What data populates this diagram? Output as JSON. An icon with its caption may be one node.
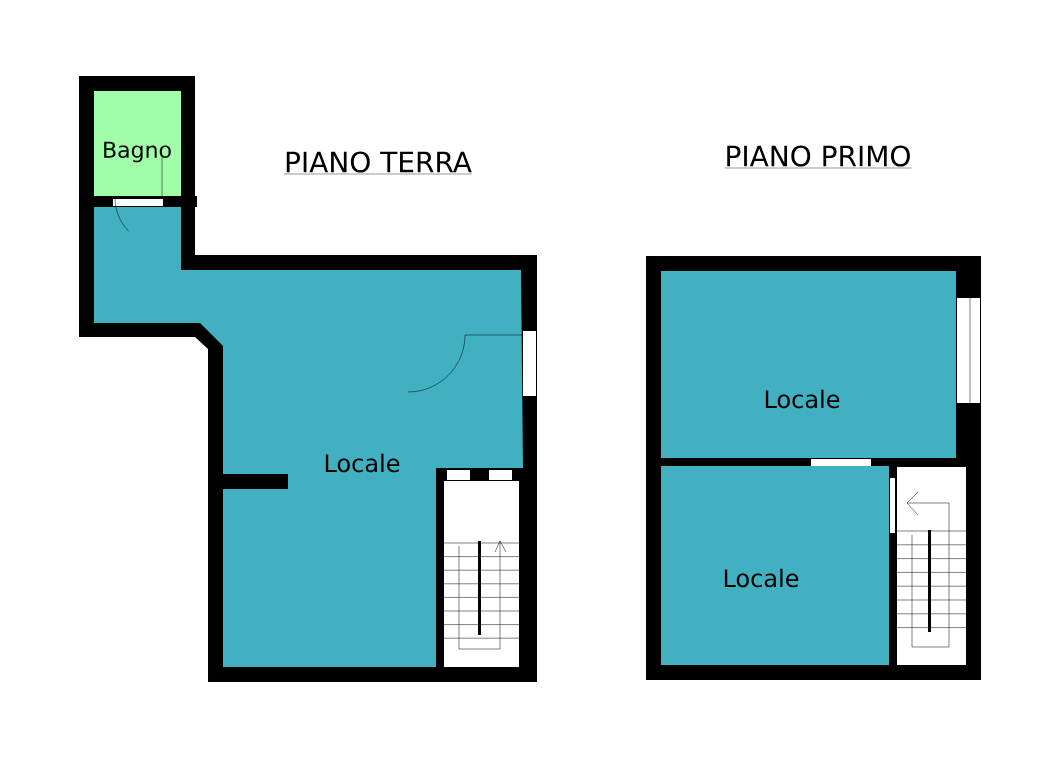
{
  "diagram": {
    "nodes": [
      {
        "text": [
          "Bagno"
        ]
      },
      {
        "text": [
          "Locale"
        ]
      },
      {
        "text": [
          "Locale"
        ]
      },
      {
        "text": [
          "Locale"
        ]
      }
    ],
    "labels": [
      "PIANO TERRA",
      "PIANO PRIMO"
    ]
  }
}
